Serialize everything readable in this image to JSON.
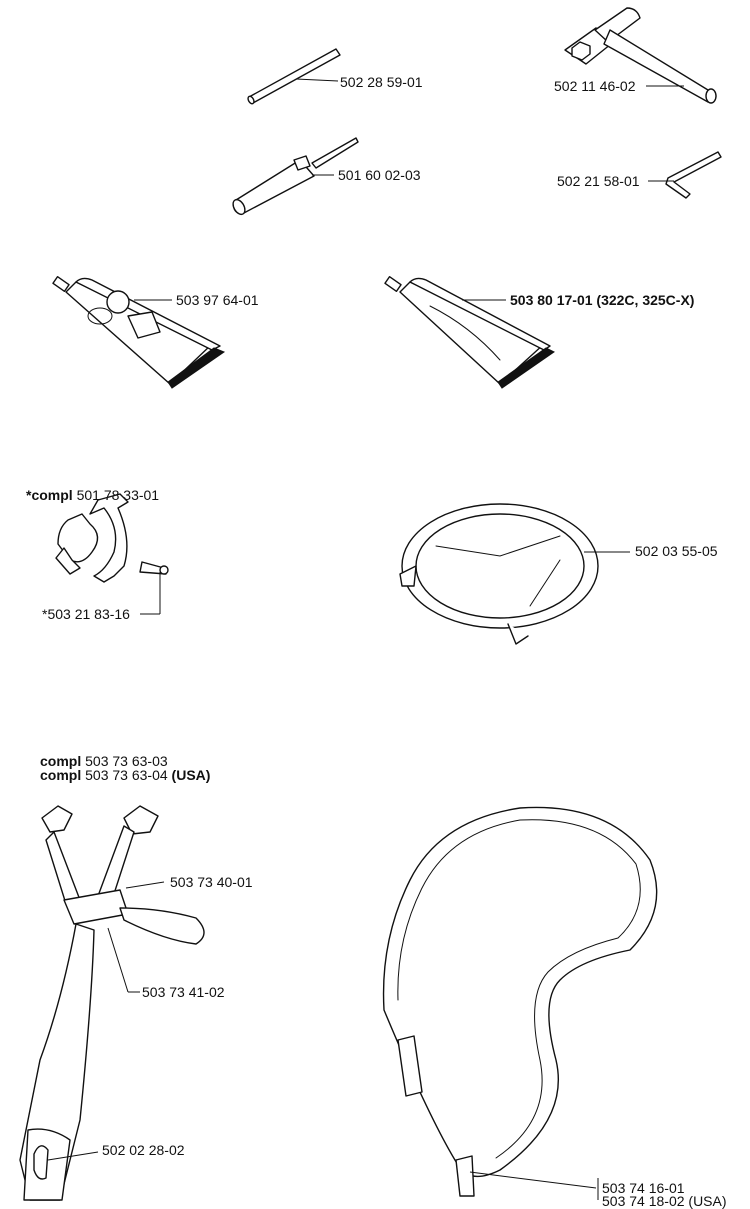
{
  "parts": {
    "rod": {
      "number": "502 28 59-01"
    },
    "box_wrench": {
      "number": "502 11 46-02"
    },
    "screwdriver": {
      "number": "501 60 02-03"
    },
    "hex_key": {
      "number": "502 21 58-01"
    },
    "grease_tube": {
      "number": "503 97 64-01"
    },
    "grease_tube_322c": {
      "number": "503 80 17-01 (322C, 325C-X)"
    },
    "clamp_kit": {
      "prefix": "*compl",
      "number": "501 78 33-01",
      "screw_number": "*503 21 83-16"
    },
    "ring": {
      "number": "502 03 55-05"
    },
    "harness": {
      "compl_word": "compl",
      "compl_number_1": "503 73 63-03",
      "compl_number_2": "503 73 63-04",
      "compl_suffix_2": "(USA)",
      "buckle": "503 73 40-01",
      "plate": "503 73 41-02",
      "hook": "502 02 28-02"
    },
    "shoulder_strap": {
      "number_1": "503 74 16-01",
      "number_2": "503 74 18-02 (USA)"
    }
  }
}
